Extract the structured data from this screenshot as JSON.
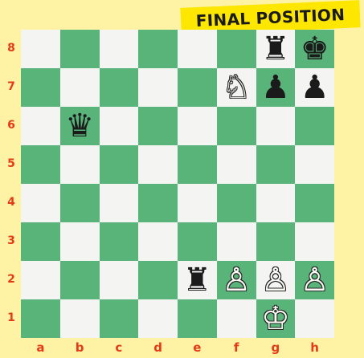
{
  "banner": {
    "text": "FINAL POSITION",
    "color": "#fde600"
  },
  "board": {
    "light_color": "#f4f4f3",
    "dark_color": "#59b47a",
    "files": [
      "a",
      "b",
      "c",
      "d",
      "e",
      "f",
      "g",
      "h"
    ],
    "ranks": [
      "8",
      "7",
      "6",
      "5",
      "4",
      "3",
      "2",
      "1"
    ],
    "label_color": "#e53a17",
    "pieces": [
      {
        "square": "g8",
        "type": "rook",
        "color": "black",
        "glyph": "♜"
      },
      {
        "square": "h8",
        "type": "king",
        "color": "black",
        "glyph": "♚"
      },
      {
        "square": "f7",
        "type": "knight",
        "color": "white",
        "glyph": "♘"
      },
      {
        "square": "g7",
        "type": "pawn",
        "color": "black",
        "glyph": "♟"
      },
      {
        "square": "h7",
        "type": "pawn",
        "color": "black",
        "glyph": "♟"
      },
      {
        "square": "b6",
        "type": "queen",
        "color": "black",
        "glyph": "♛"
      },
      {
        "square": "e2",
        "type": "rook",
        "color": "black",
        "glyph": "♜"
      },
      {
        "square": "f2",
        "type": "pawn",
        "color": "white",
        "glyph": "♙"
      },
      {
        "square": "g2",
        "type": "pawn",
        "color": "white",
        "glyph": "♙"
      },
      {
        "square": "h2",
        "type": "pawn",
        "color": "white",
        "glyph": "♙"
      },
      {
        "square": "g1",
        "type": "king",
        "color": "white",
        "glyph": "♔"
      }
    ]
  }
}
